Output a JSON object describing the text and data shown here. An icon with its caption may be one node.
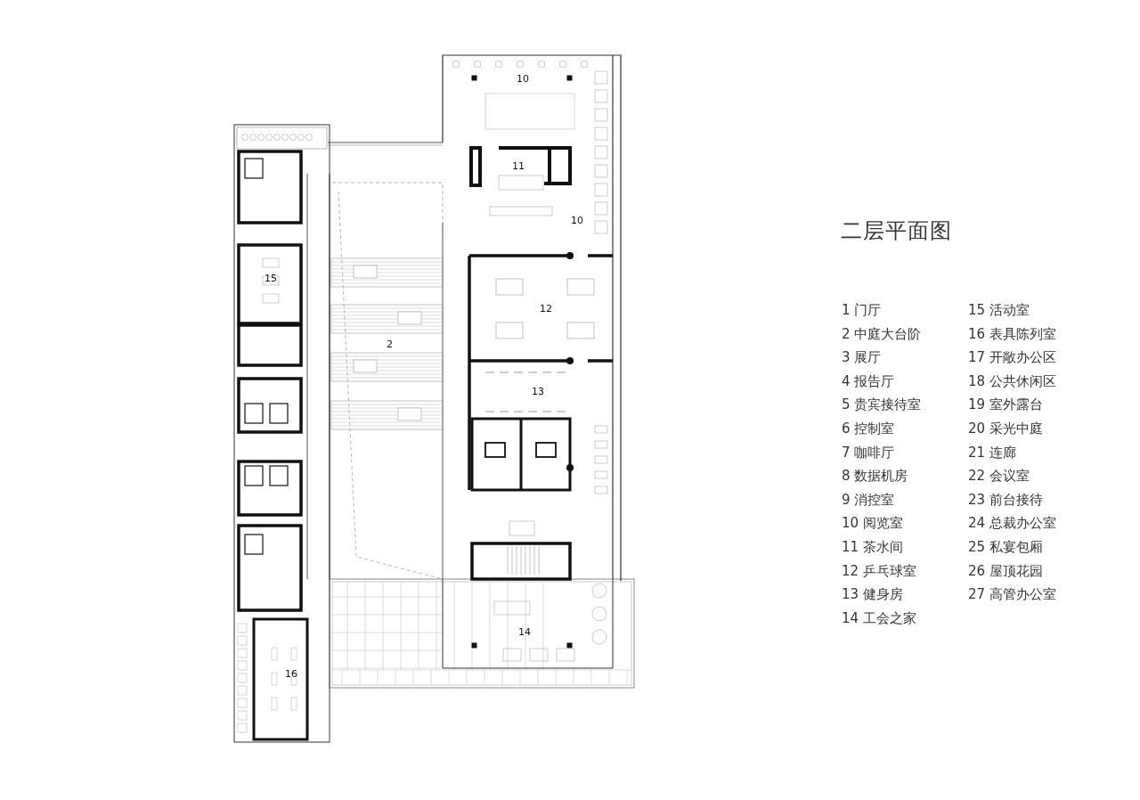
{
  "diagram": {
    "title": "二层平面图",
    "labels": [
      "10",
      "11",
      "10",
      "15",
      "12",
      "2",
      "13",
      "14",
      "16",
      "1 门厅",
      "2 中庭大台阶",
      "3 展厅",
      "4 报告厅",
      "5 贵宾接待室",
      "6 控制室",
      "7 咖啡厅",
      "8 数据机房",
      "9 消控室",
      "10 阅览室",
      "11 茶水间",
      "12 乒乓球室",
      "13 健身房",
      "14 工会之家",
      "15 活动室",
      "16 表具陈列室",
      "17 开敞办公区",
      "18 公共休闲区",
      "19 室外露台",
      "20 采光中庭",
      "21 连廊",
      "22 会议室",
      "23 前台接待",
      "24 总裁办公室",
      "25 私宴包厢",
      "26 屋顶花园",
      "27 高管办公室"
    ]
  }
}
